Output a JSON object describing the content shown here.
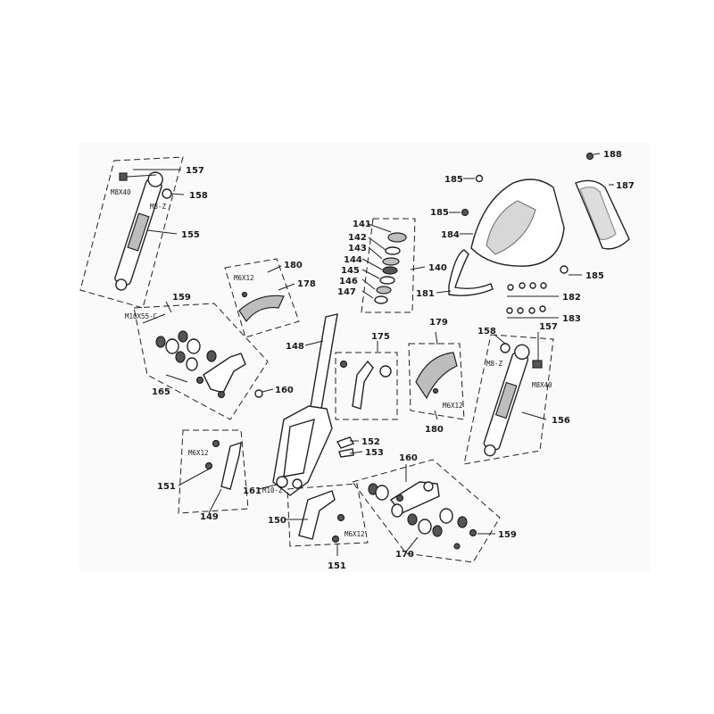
{
  "labels": {
    "p157a": "157",
    "p158a": "158",
    "p155": "155",
    "p141": "141",
    "p142": "142",
    "p143": "143",
    "p144": "144",
    "p145": "145",
    "p146": "146",
    "p147": "147",
    "p140": "140",
    "p180a": "180",
    "p178": "178",
    "p159a": "159",
    "p165": "165",
    "p160a": "160",
    "p148": "148",
    "p175": "175",
    "p179": "179",
    "p180b": "180",
    "p158b": "158",
    "p157b": "157",
    "p156": "156",
    "p188": "188",
    "p185a": "185",
    "p187": "187",
    "p185b": "185",
    "p184": "184",
    "p185c": "185",
    "p181": "181",
    "p182": "182",
    "p183": "183",
    "p152": "152",
    "p153": "153",
    "p151a": "151",
    "p149": "149",
    "p161": "161",
    "p150": "150",
    "p151b": "151",
    "p160b": "160",
    "p170": "170",
    "p159b": "159"
  },
  "specs": {
    "m8x40a": "M8X40",
    "m8za": "M8-Z",
    "m6x12a": "M6X12",
    "m10x55c": "M10X55-C",
    "m6x12b": "M6X12",
    "m8zb": "M8-Z",
    "m8x40b": "M8X40",
    "m6x12c": "M6X12",
    "m10z": "M10-Z",
    "m6x12d": "M6X12"
  }
}
